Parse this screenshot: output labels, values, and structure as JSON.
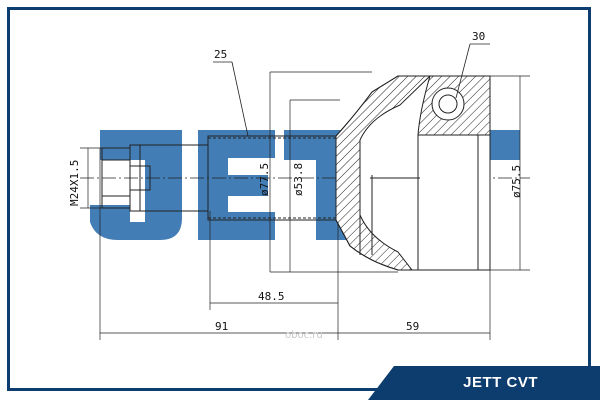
{
  "brand": {
    "watermark": "JETT",
    "footer_label": "JETT CVT",
    "accent": "#0d3c6e",
    "watermark_color": "#2f6fad"
  },
  "site_watermark": "oboc.ru",
  "callouts": {
    "left_part": "25",
    "right_part": "30"
  },
  "dimensions": {
    "thread": "M24X1.5",
    "outer_shaft_dia": "ø77.5",
    "inner_shaft_dia": "ø53.8",
    "housing_dia": "ø75.5",
    "stem_length": "48.5",
    "overall_left": "91",
    "overall_right": "59"
  }
}
